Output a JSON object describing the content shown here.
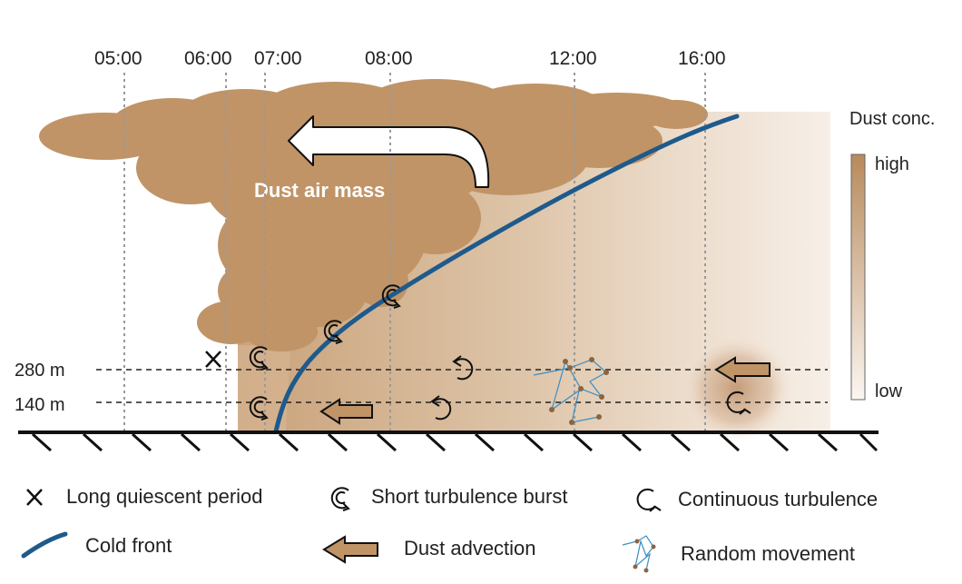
{
  "times": [
    "05:00",
    "06:00",
    "07:00",
    "08:00",
    "12:00",
    "16:00"
  ],
  "heights": [
    "280 m",
    "140 m"
  ],
  "air_mass_label": "Dust air mass",
  "scale": {
    "title": "Dust conc.",
    "high": "high",
    "low": "low"
  },
  "legend": {
    "quiescent": "Long quiescent period",
    "burst": "Short turbulence burst",
    "continuous": "Continuous turbulence",
    "front": "Cold front",
    "advection": "Dust advection",
    "random": "Random movement"
  },
  "colors": {
    "dust": "#c09466",
    "front": "#1f5a8c",
    "random": "#3a8ec4",
    "random_dot": "#8b6540",
    "advection_fill": "#c09466"
  }
}
